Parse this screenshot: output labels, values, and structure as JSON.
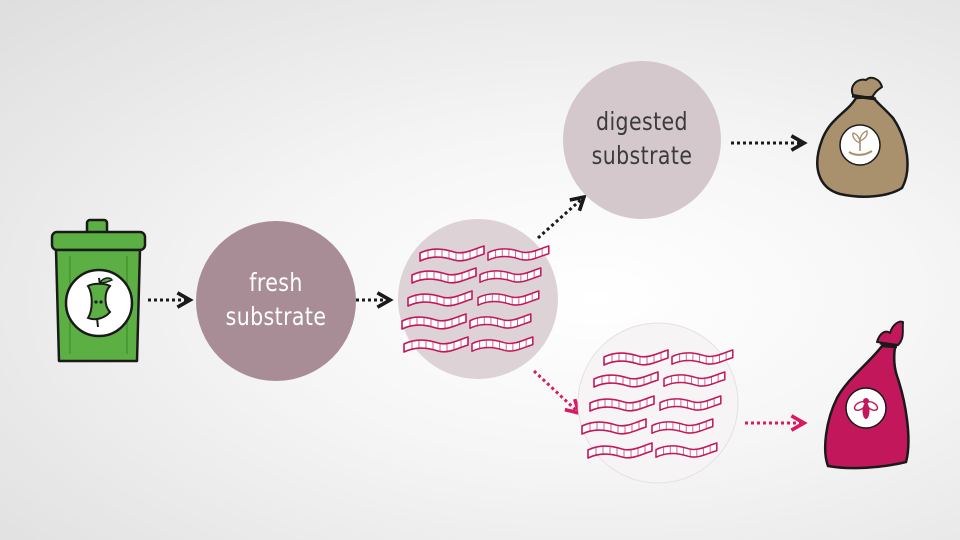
{
  "nodes": {
    "fresh": {
      "line1": "fresh",
      "line2": "substrate"
    },
    "digested": {
      "line1": "digested",
      "line2": "substrate"
    }
  },
  "colors": {
    "node_fresh": "#a98d96",
    "node_digested": "#d4c8cc",
    "larvae_circle": "#ddd2d6",
    "larva_outline": "#c2185b",
    "arrow_dark": "#1a1a1a",
    "arrow_pink": "#d81b60",
    "bin_green": "#5cb043",
    "compost_bag": "#a8916c",
    "larvae_bag": "#c2185b"
  },
  "icons": [
    "waste-bin-icon",
    "apple-core-icon",
    "larvae-icon",
    "compost-bag-icon",
    "plant-hand-icon",
    "larvae-bag-icon",
    "fly-icon"
  ]
}
